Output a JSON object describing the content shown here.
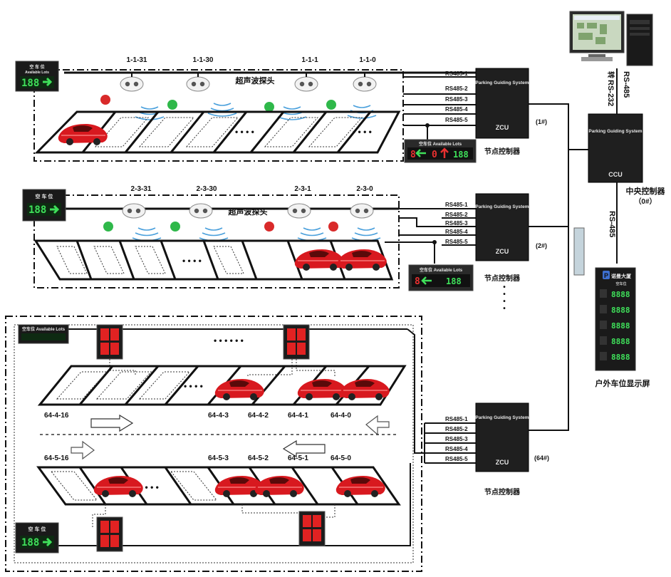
{
  "colors": {
    "controller": "#1f1f1f",
    "screen_green": "#3fe05a",
    "screen_red": "#e83030",
    "car_red": "#d8191f",
    "wave_blue": "#4aa0dc",
    "led_green": "#2fb84a",
    "led_red": "#d92a2a"
  },
  "row1": {
    "display_cn": "空 车 位",
    "display_en": "Available Lots",
    "display_value": "188",
    "sensors": [
      "1-1-31",
      "1-1-30",
      "1-1-1",
      "1-1-0"
    ],
    "sensor_label": "超声波探头",
    "dots": "• • • •",
    "ports": [
      "RS485-1",
      "RS485-2",
      "RS485-3",
      "RS485-4",
      "RS485-5"
    ],
    "zcu_title": "Parking Guiding System",
    "zcu_label": "ZCU",
    "id": "(1#)",
    "node_label": "节点控制器",
    "indoor_display": {
      "label": "空车位 Available Lots",
      "left": "8",
      "mid": "0",
      "right": "188"
    }
  },
  "row2": {
    "display_cn": "空 车 位",
    "display_value": "188",
    "sensors": [
      "2-3-31",
      "2-3-30",
      "2-3-1",
      "2-3-0"
    ],
    "sensor_label": "超声波探头",
    "dots": "• • • •",
    "ports": [
      "RS485-1",
      "RS485-2",
      "RS485-3",
      "RS485-4",
      "RS485-5"
    ],
    "zcu_title": "Parking Guiding System",
    "zcu_label": "ZCU",
    "id": "(2#)",
    "node_label": "节点控制器",
    "vertical_dots": "•\n•\n•\n•",
    "indoor_display": {
      "label": "空车位 Available Lots",
      "left": "8",
      "right": "188"
    }
  },
  "row3": {
    "display_label": "空车位 Available Lots",
    "dots_top": "• • •   • • •",
    "upper_lots": [
      "64-4-16",
      "64-4-3",
      "64-4-2",
      "64-4-1",
      "64-4-0"
    ],
    "lower_lots": [
      "64-5-16",
      "64-5-3",
      "64-5-2",
      "64-5-1",
      "64-5-0"
    ],
    "ports": [
      "RS485-1",
      "RS485-2",
      "RS485-3",
      "RS485-4",
      "RS485-5"
    ],
    "zcu_title": "Parking Guiding System",
    "zcu_label": "ZCU",
    "id": "(64#)",
    "node_label": "节点控制器",
    "bottom_display": {
      "cn": "空 车 位",
      "value": "188"
    }
  },
  "central": {
    "title": "Parking Guiding System",
    "label": "CCU",
    "name": "中央控制器",
    "id": "（0#）",
    "link_top_1": "RS-485",
    "link_top_2": "转",
    "link_top_3": "RS-232",
    "link_bottom": "RS-485"
  },
  "outdoor": {
    "header": "诺曼大厦",
    "sub": "空车位",
    "rows": [
      "8888",
      "8888",
      "8888",
      "8888",
      "8888"
    ],
    "label": "户外车位显示屏"
  }
}
